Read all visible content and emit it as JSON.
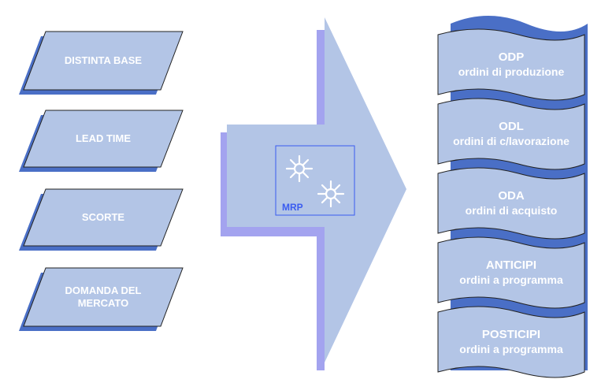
{
  "inputs": [
    {
      "label": "DISTINTA BASE"
    },
    {
      "label": "LEAD TIME"
    },
    {
      "label": "SCORTE"
    },
    {
      "label": "DOMANDA DEL\nMERCATO"
    }
  ],
  "process": {
    "label": "MRP"
  },
  "outputs": [
    {
      "title": "ODP",
      "subtitle": "ordini di produzione"
    },
    {
      "title": "ODL",
      "subtitle": "ordini di c/lavorazione"
    },
    {
      "title": "ODA",
      "subtitle": "ordini di acquisto"
    },
    {
      "title": "ANTICIPI",
      "subtitle": "ordini a programma"
    },
    {
      "title": "POSTICIPI",
      "subtitle": "ordini a programma"
    }
  ],
  "colors": {
    "box_fill": "#b3c5e6",
    "box_shadow": "#4a6fc6",
    "arrow_fill": "#b3c5e6",
    "arrow_shadow": "#a3a3ef",
    "mrp_accent": "#3a5cf0",
    "outline": "#222222"
  }
}
